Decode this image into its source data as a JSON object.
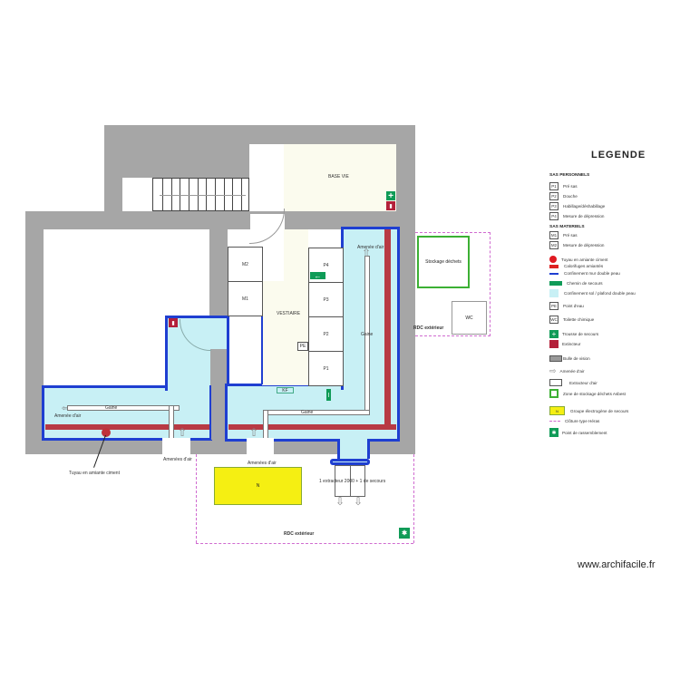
{
  "plan": {
    "rooms": {
      "base_vie": "BASE VIE",
      "vestiaire": "VESTIAIRE",
      "stockage": "Stockage déchets",
      "wc": "WC",
      "generator": "N"
    },
    "sas_personnel": [
      "P4",
      "P3",
      "P2",
      "P1"
    ],
    "sas_materiel": [
      "M2",
      "M1"
    ],
    "point_eau": "PE",
    "kf": "KF",
    "labels": {
      "amenee_air_top": "Amenée d'air",
      "gaine_right": "Gaine",
      "gaine_left": "Gaine",
      "gaine_bottom": "Gaine",
      "amenee_air_left": "Amenée d'air",
      "amenees_air_1": "Amenées d'air",
      "amenees_air_2": "Amenées d'air",
      "tuyau": "Tuyau en amiante ciment",
      "extracteur": "1 extracteur 2000 + 1 de secours",
      "rdc_ext_1": "RDC extérieur",
      "rdc_ext_2": "RDC extérieur"
    }
  },
  "legend": {
    "title": "LEGENDE",
    "sas_personnels_title": "SAS PERSONNELS",
    "sas_personnels": [
      {
        "code": "P1",
        "label": "Pré sas"
      },
      {
        "code": "P2",
        "label": "Douche"
      },
      {
        "code": "P3",
        "label": "Habillage/déshabillage"
      },
      {
        "code": "P4",
        "label": "Mesure de dépression"
      }
    ],
    "sas_materiels_title": "SAS MATERIELS",
    "sas_materiels": [
      {
        "code": "M1",
        "label": "Pré sas"
      },
      {
        "code": "M2",
        "label": "Mesure de dépression"
      }
    ],
    "items": [
      {
        "icon": "red-dot",
        "label": "Tuyau en amiante ciment"
      },
      {
        "icon": "red-bar",
        "label": "Calorifuges amiantés"
      },
      {
        "icon": "blue-line",
        "label": "Confinement mur double peau"
      },
      {
        "icon": "exit-arrow",
        "label": "Chemin de secours"
      },
      {
        "icon": "cyan-box",
        "label": "Confinement sol / plafond double peau"
      },
      {
        "icon": "PE",
        "label": "Point d'eau"
      },
      {
        "icon": "WC",
        "label": "Toilette chimique"
      },
      {
        "icon": "first-aid",
        "label": "Trousse de secours"
      },
      {
        "icon": "extinguisher",
        "label": "Extincteur"
      },
      {
        "icon": "vision-bubble",
        "label": "Bulle de vision"
      },
      {
        "icon": "air-inlet",
        "label": "Amenée d'air"
      },
      {
        "icon": "air-extractor",
        "label": "Extracteur d'air"
      },
      {
        "icon": "green-box",
        "label": "Zone de stockage déchets Asbest"
      },
      {
        "icon": "generator",
        "code": "N",
        "label": "Groupe électrogène de secours"
      },
      {
        "icon": "fence",
        "label": "Clôture type Héras"
      },
      {
        "icon": "assembly",
        "label": "Point de rassemblement"
      }
    ]
  },
  "colors": {
    "wall": "#a6a6a6",
    "confinement_wall": "#1f3fd1",
    "confinement_floor": "#c8f0f5",
    "asbestos_lagging": "#b83a44",
    "emergency_green": "#0f9b57",
    "extinguisher_red": "#b3203a",
    "generator_yellow": "#f5ef12",
    "storage_green": "#3cb034",
    "fence_pink": "#d06bd0"
  },
  "footer": {
    "watermark": "www.archifacile.fr"
  }
}
